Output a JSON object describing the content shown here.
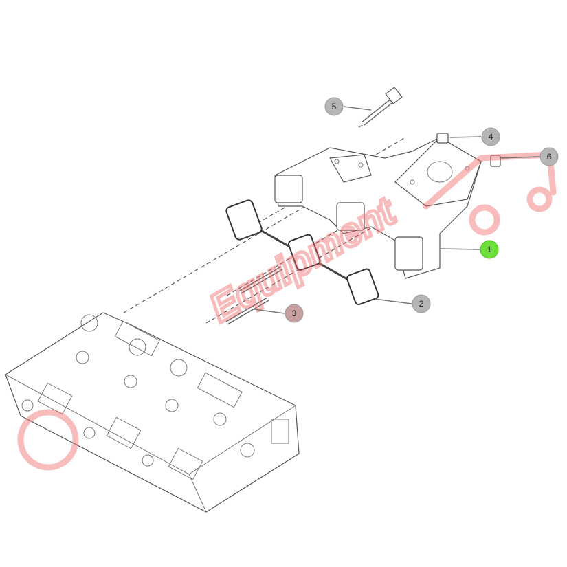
{
  "title": "Exhaust manifold assembly",
  "callouts": [
    {
      "id": "1",
      "label": "1",
      "part": "exhaust-manifold",
      "highlighted": true
    },
    {
      "id": "2",
      "label": "2",
      "part": "manifold-gasket",
      "highlighted": false
    },
    {
      "id": "3",
      "label": "3",
      "part": "stud",
      "highlighted": false
    },
    {
      "id": "4",
      "label": "4",
      "part": "nut",
      "highlighted": false
    },
    {
      "id": "5",
      "label": "5",
      "part": "bolt",
      "highlighted": false
    },
    {
      "id": "6",
      "label": "6",
      "part": "plug",
      "highlighted": false
    }
  ],
  "watermark": {
    "text": "Equipment"
  },
  "colors": {
    "highlight": "#6ddf3a",
    "callout": "#b5b5b5",
    "watermark": "#f06a6a"
  }
}
